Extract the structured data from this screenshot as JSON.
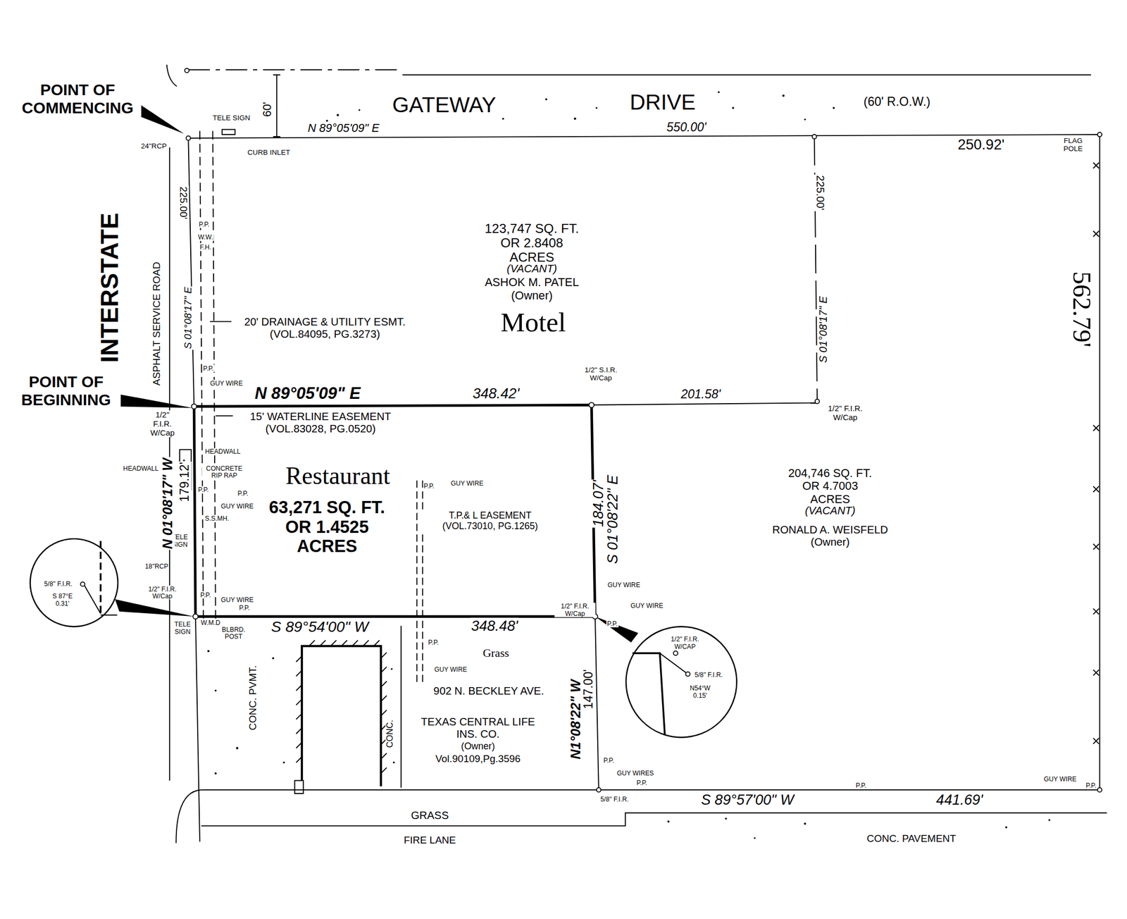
{
  "diagram": {
    "nodes": [
      {
        "text": [
          "123,747 SQ. FT. OR 2.8408 ACRES",
          "(VACANT)",
          "ASHOK M. PATEL (Owner)",
          "Motel"
        ]
      },
      {
        "text": [
          "Restaurant",
          "63,271 SQ. FT. OR 1.4525 ACRES"
        ]
      },
      {
        "text": [
          "204,746 SQ. FT. OR 4.7003 ACRES",
          "(VACANT)",
          "RONALD A. WEISFELD (Owner)"
        ]
      },
      {
        "text": [
          "5/8\" F.I.R.",
          "S 87°E 0.31'"
        ]
      },
      {
        "text": [
          "1/2\" F.I.R. W/CAP",
          "5/8\" F.I.R.",
          "N54°W 0.15'"
        ]
      },
      {
        "text": [
          "902 N. BECKLEY AVE.",
          "TEXAS CENTRAL LIFE INS. CO.",
          "(Owner)",
          "Vol.90109,Pg.3596"
        ]
      }
    ],
    "labels": [
      "POINT OF COMMENCING",
      "POINT OF BEGINNING",
      "GATEWAY",
      "DRIVE",
      "(60' R.O.W.)",
      "60'",
      "TELE SIGN",
      "CURB INLET",
      "24\"RCP",
      "N 89°05'09\" E",
      "550.00'",
      "250.92'",
      "FLAG POLE",
      "225.00'",
      "P.P.",
      "W.W.",
      "F.H.",
      "INTERSTATE",
      "ASPHALT SERVICE ROAD",
      "S 01°08'17\" E",
      "20' DRAINAGE & UTILITY ESMT. (VOL.84095, PG.3273)",
      "P.P.",
      "225.00'",
      "S 01°08'17\" E",
      "562.79'",
      "GUY WIRE",
      "N 89°05'09\" E",
      "348.42'",
      "1/2\" S.I.R. W/Cap",
      "201.58'",
      "1/2\" F.I.R. W/Cap",
      "1/2\" F.I.R. W/Cap",
      "15' WATERLINE EASEMENT (VOL.83028, PG.0520)",
      "HEADWALL",
      "HEADWALL",
      "CONCRETE RIP RAP",
      "P.P.",
      "P.P.",
      "GUY WIRE",
      "S.S.MH.",
      "TELE SIGN",
      "18\"RCP",
      "N 01°08'17\" W",
      "179.12'",
      "P.P.",
      "GUY WIRE",
      "T.P.& L EASEMENT (VOL.73010, PG.1265)",
      "184.07'",
      "S 01°08'22\" E",
      "GUY WIRE",
      "1/2\" F.I.R. W/Cap",
      "GUY WIRE",
      "P.P.",
      "1/2\" F.I.R. W/Cap",
      "P.P.",
      "GUY WIRE",
      "P.P.",
      "TELE SIGN",
      "W.M.D",
      "BLBRD. POST",
      "S 89°54'00\" W",
      "348.48'",
      "P.P.",
      "Grass",
      "GUY WIRE",
      "CONC. PVMT.",
      "CONC.",
      "N1°08'22\" W",
      "147.00'",
      "P.P.",
      "GUY WIRES",
      "P.P.",
      "5/8\" F.I.R.",
      "S 89°57'00\" W",
      "441.69'",
      "P.P.",
      "GUY WIRE",
      "P.P.",
      "GRASS",
      "FIRE LANE",
      "CONC. PAVEMENT"
    ]
  }
}
